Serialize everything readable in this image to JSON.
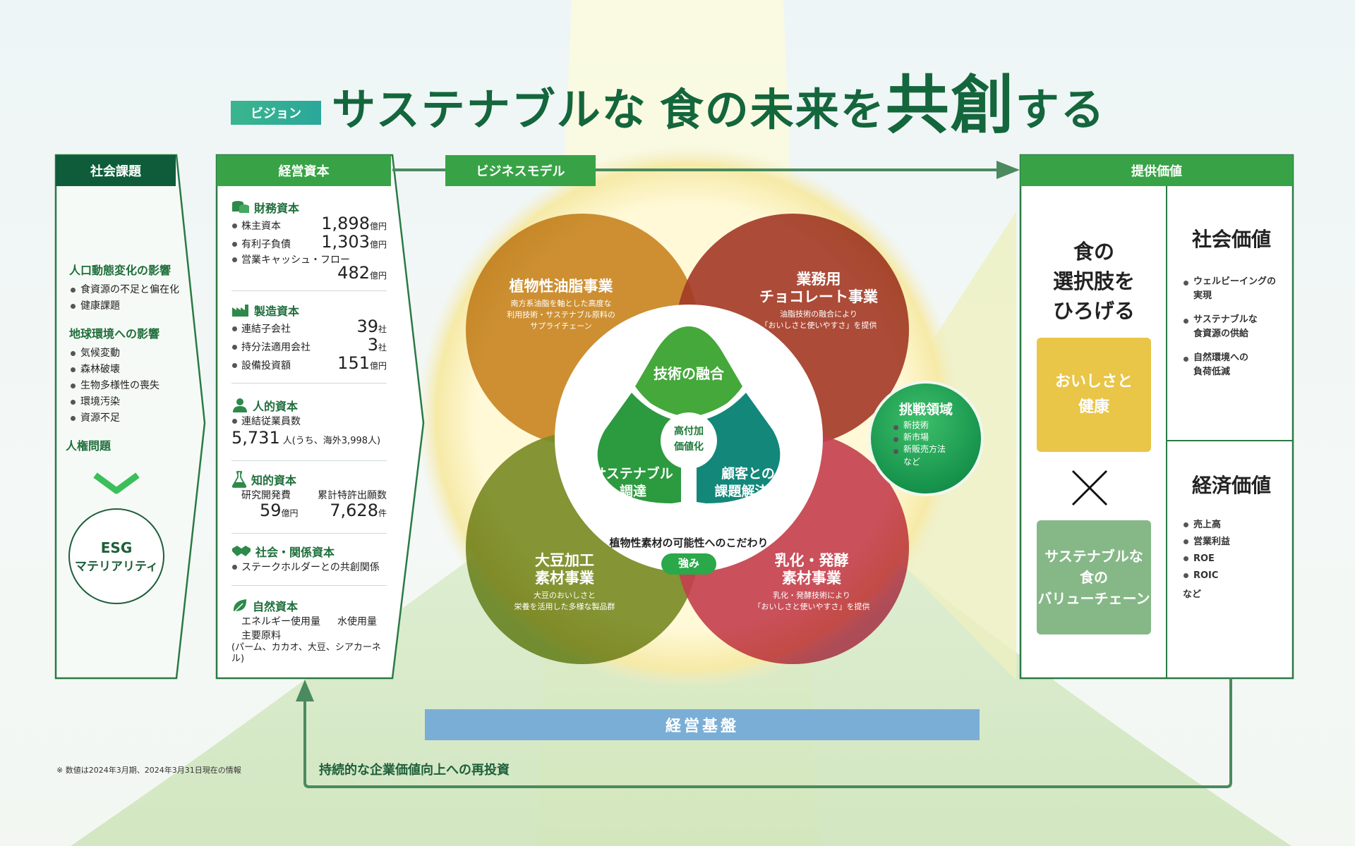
{
  "header": {
    "vision_tag": "ビジョン",
    "title_part1": "サステナブルな",
    "title_part2": "食の未来を",
    "title_part3": "共創",
    "title_part4": "する"
  },
  "social_issues": {
    "header": "社会課題",
    "groups": [
      {
        "title": "人口動態変化の影響",
        "items": [
          "食資源の不足と偏在化",
          "健康課題"
        ]
      },
      {
        "title": "地球環境への影響",
        "items": [
          "気候変動",
          "森林破壊",
          "生物多様性の喪失",
          "環境汚染",
          "資源不足"
        ]
      },
      {
        "title": "人権問題",
        "items": []
      }
    ],
    "esg_line1": "ESG",
    "esg_line2": "マテリアリティ"
  },
  "capital": {
    "header": "経営資本",
    "financial": {
      "title": "財務資本",
      "rows": [
        {
          "label": "株主資本",
          "value": "1,898",
          "unit": "億円"
        },
        {
          "label": "有利子負債",
          "value": "1,303",
          "unit": "億円"
        },
        {
          "label": "営業キャッシュ・フロー",
          "value": "482",
          "unit": "億円"
        }
      ]
    },
    "manufacturing": {
      "title": "製造資本",
      "rows": [
        {
          "label": "連結子会社",
          "value": "39",
          "unit": "社"
        },
        {
          "label": "持分法適用会社",
          "value": "3",
          "unit": "社"
        },
        {
          "label": "設備投資額",
          "value": "151",
          "unit": "億円"
        }
      ]
    },
    "human": {
      "title": "人的資本",
      "label": "連結従業員数",
      "value": "5,731",
      "unit": "人(うち、海外3,998人)"
    },
    "intellectual": {
      "title": "知的資本",
      "label1": "研究開発費",
      "value1": "59",
      "unit1": "億円",
      "label2": "累計特許出願数",
      "value2": "7,628",
      "unit2": "件"
    },
    "social": {
      "title": "社会・関係資本",
      "item": "ステークホルダーとの共創関係"
    },
    "natural": {
      "title": "自然資本",
      "item1": "エネルギー使用量",
      "item2": "水使用量",
      "item3": "主要原料",
      "item3_sub": "(パーム、カカオ、大豆、シアカーネル)"
    }
  },
  "business_model": {
    "header": "ビジネスモデル",
    "segments": [
      {
        "title": "植物性油脂事業",
        "desc": "南方系油脂を軸とした高度な\n利用技術・サステナブル原料の\nサプライチェーン"
      },
      {
        "title": "業務用\nチョコレート事業",
        "desc": "油脂技術の融合により\n「おいしさと使いやすさ」を提供"
      },
      {
        "title": "大豆加工\n素材事業",
        "desc": "大豆のおいしさと\n栄養を活用した多様な製品群"
      },
      {
        "title": "乳化・発酵\n素材事業",
        "desc": "乳化・発酵技術により\n「おいしさと使いやすさ」を提供"
      }
    ],
    "core": {
      "tech": "技術の融合",
      "sustainable": "サステナブル\n調達",
      "customer": "顧客との\n課題解決力",
      "center": "高付加\n価値化",
      "caption": "植物性素材の可能性へのこだわり",
      "badge": "強み"
    },
    "challenge": {
      "title": "挑戦領域",
      "items": [
        "新技術",
        "新市場",
        "新販売方法"
      ],
      "suffix": "など"
    }
  },
  "value": {
    "header": "提供価値",
    "main": "食の\n選択肢を\nひろげる",
    "box1": "おいしさと\n健康",
    "times": "×",
    "box2": "サステナブルな\n食の\nバリューチェーン",
    "social_title": "社会価値",
    "social_items": [
      "ウェルビーイングの\n実現",
      "サステナブルな\n食資源の供給",
      "自然環境への\n負荷低減"
    ],
    "economic_title": "経済価値",
    "economic_items": [
      "売上高",
      "営業利益",
      "ROE",
      "ROIC"
    ],
    "economic_suffix": "など"
  },
  "foundation": "経営基盤",
  "reinvest": "持続的な企業価値向上への再投資",
  "footnote": "数値は2024年3月期、2024年3月31日現在の情報",
  "colors": {
    "dark_green": "#0f5c3a",
    "green": "#2f9a3e",
    "oil": "#c98a2a",
    "choco": "#9e3a2c",
    "soy": "#7b8f2c",
    "emulsion": "#c2405a",
    "teal": "#138a7a",
    "gold": "#e9c548",
    "sage": "#86b887",
    "blue_bar": "#7aaed6"
  }
}
